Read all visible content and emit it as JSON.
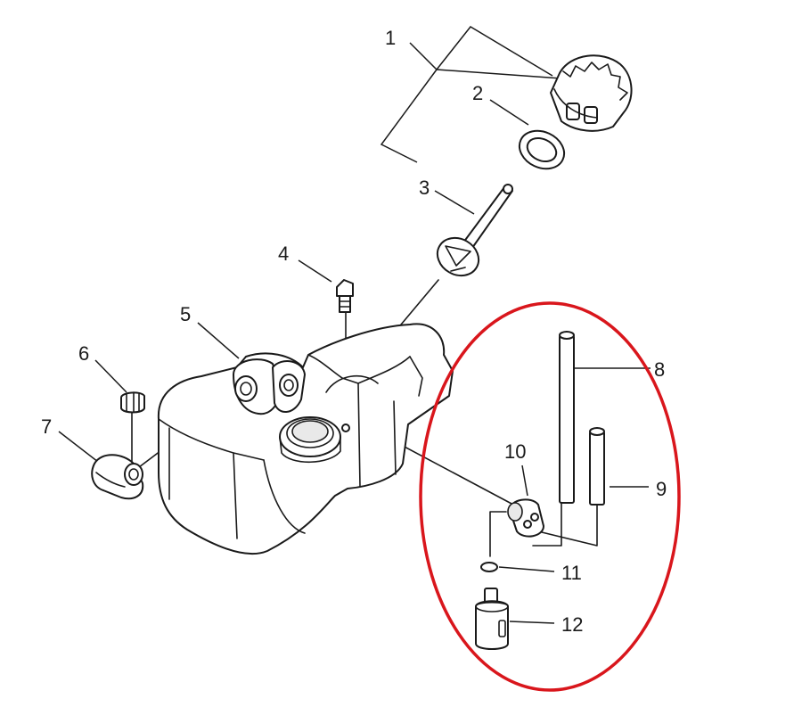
{
  "parts": [
    {
      "id": "part-1",
      "label": "1"
    },
    {
      "id": "part-2",
      "label": "2"
    },
    {
      "id": "part-3",
      "label": "3"
    },
    {
      "id": "part-4",
      "label": "4"
    },
    {
      "id": "part-5",
      "label": "5"
    },
    {
      "id": "part-6",
      "label": "6"
    },
    {
      "id": "part-7",
      "label": "7"
    },
    {
      "id": "part-8",
      "label": "8"
    },
    {
      "id": "part-9",
      "label": "9"
    },
    {
      "id": "part-10",
      "label": "10"
    },
    {
      "id": "part-11",
      "label": "11"
    },
    {
      "id": "part-12",
      "label": "12"
    }
  ],
  "highlight": {
    "shape": "ellipse",
    "color": "#d9161c",
    "encloses": [
      "8",
      "9",
      "10",
      "11",
      "12"
    ]
  },
  "colors": {
    "line": "#1a1a1a",
    "background": "#ffffff"
  }
}
